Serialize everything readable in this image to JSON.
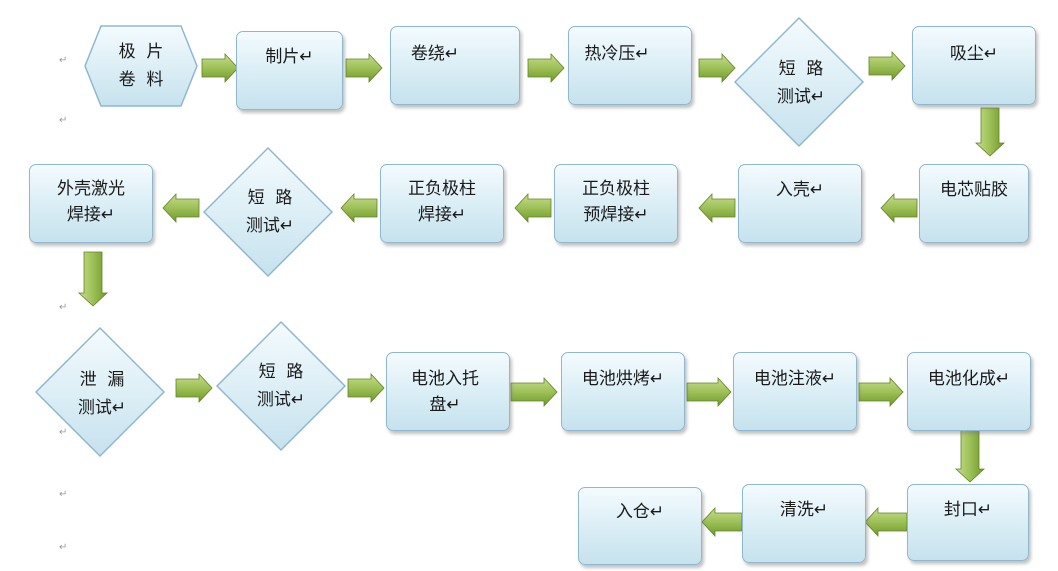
{
  "diagram": {
    "nodes": [
      {
        "id": "n-jipian",
        "label": "极  片\n卷  料",
        "shape": "hexagon"
      },
      {
        "id": "n-zhipian",
        "label": "制片↵",
        "shape": "rect"
      },
      {
        "id": "n-juanrao",
        "label": "卷绕↵",
        "shape": "rect"
      },
      {
        "id": "n-relengya",
        "label": "热冷压↵",
        "shape": "rect"
      },
      {
        "id": "n-duanlu1",
        "label": "短  路\n测试↵",
        "shape": "diamond"
      },
      {
        "id": "n-xichen",
        "label": "吸尘↵",
        "shape": "rect"
      },
      {
        "id": "n-diantietiejiao",
        "label": "电芯贴胶",
        "shape": "rect"
      },
      {
        "id": "n-ruqiao",
        "label": "入壳↵",
        "shape": "rect"
      },
      {
        "id": "n-yuhanjie",
        "label": "正负极柱\n预焊接↵",
        "shape": "rect"
      },
      {
        "id": "n-hanjie",
        "label": "正负极柱\n焊接↵",
        "shape": "rect"
      },
      {
        "id": "n-duanlu2",
        "label": "短  路\n测试↵",
        "shape": "diamond"
      },
      {
        "id": "n-jiguang",
        "label": "外壳激光\n焊接↵",
        "shape": "rect"
      },
      {
        "id": "n-xielou",
        "label": "泄  漏\n测试↵",
        "shape": "diamond"
      },
      {
        "id": "n-duanlu3",
        "label": "短  路\n测试↵",
        "shape": "diamond"
      },
      {
        "id": "n-tuopan",
        "label": "电池入托\n盘↵",
        "shape": "rect"
      },
      {
        "id": "n-hongkao",
        "label": "电池烘烤↵",
        "shape": "rect"
      },
      {
        "id": "n-zhuye",
        "label": "电池注液↵",
        "shape": "rect"
      },
      {
        "id": "n-huacheng",
        "label": "电池化成↵",
        "shape": "rect"
      },
      {
        "id": "n-fengkou",
        "label": "封口↵",
        "shape": "rect"
      },
      {
        "id": "n-qingxi",
        "label": "清洗↵",
        "shape": "rect"
      },
      {
        "id": "n-rucang",
        "label": "入仓↵",
        "shape": "rect"
      }
    ],
    "edges": [
      {
        "from": "n-jipian",
        "to": "n-zhipian"
      },
      {
        "from": "n-zhipian",
        "to": "n-juanrao"
      },
      {
        "from": "n-juanrao",
        "to": "n-relengya"
      },
      {
        "from": "n-relengya",
        "to": "n-duanlu1"
      },
      {
        "from": "n-duanlu1",
        "to": "n-xichen"
      },
      {
        "from": "n-xichen",
        "to": "n-diantietiejiao"
      },
      {
        "from": "n-diantietiejiao",
        "to": "n-ruqiao"
      },
      {
        "from": "n-ruqiao",
        "to": "n-yuhanjie"
      },
      {
        "from": "n-yuhanjie",
        "to": "n-hanjie"
      },
      {
        "from": "n-hanjie",
        "to": "n-duanlu2"
      },
      {
        "from": "n-duanlu2",
        "to": "n-jiguang"
      },
      {
        "from": "n-jiguang",
        "to": "n-xielou"
      },
      {
        "from": "n-xielou",
        "to": "n-duanlu3"
      },
      {
        "from": "n-duanlu3",
        "to": "n-tuopan"
      },
      {
        "from": "n-tuopan",
        "to": "n-hongkao"
      },
      {
        "from": "n-hongkao",
        "to": "n-zhuye"
      },
      {
        "from": "n-zhuye",
        "to": "n-huacheng"
      },
      {
        "from": "n-huacheng",
        "to": "n-fengkou"
      },
      {
        "from": "n-fengkou",
        "to": "n-qingxi"
      },
      {
        "from": "n-qingxi",
        "to": "n-rucang"
      }
    ]
  },
  "paragraph_mark": "↵",
  "colors": {
    "node_border": "#8fb8cf",
    "node_fill_top": "#f4fbfe",
    "node_fill_bottom": "#c6e2ee",
    "arrow_light": "#c6dd8c",
    "arrow_dark": "#6f9a2c",
    "arrow_stroke": "#5f8424"
  }
}
